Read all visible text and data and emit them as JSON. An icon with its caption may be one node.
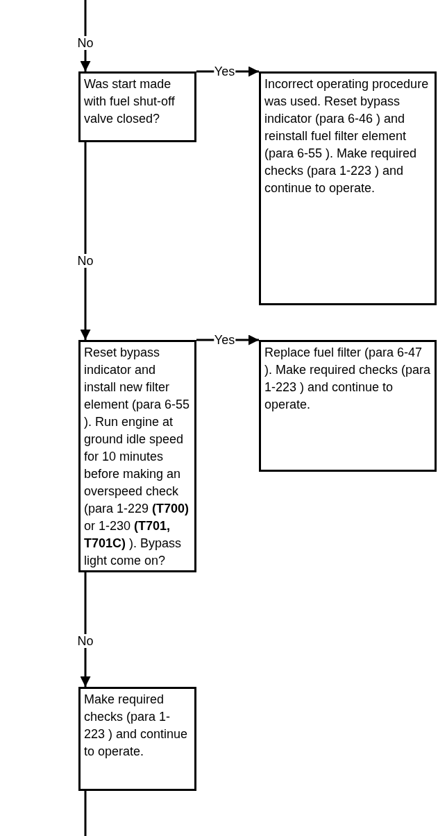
{
  "diagram": {
    "nodes": [
      {
        "text": [
          "Was start made with fuel shut-off valve closed?"
        ]
      },
      {
        "text": [
          "Incorrect operating procedure was used.  Reset bypass indicator (para 6-46 ) and reinstall fuel filter element (para 6-55 ).  Make required checks (para 1-223 ) and continue to operate."
        ]
      },
      {
        "text": [
          "Reset bypass indicator and install new filter element (para 6-55 ).  Run engine at ground idle speed for 10 minutes before making an overspeed check (para 1-229 **(T700)** or 1-230 **(T701, T701C)** ).  Bypass light come on?"
        ]
      },
      {
        "text": [
          "Replace fuel filter (para 6-47 ).  Make required checks (para 1-223 ) and continue to operate."
        ]
      },
      {
        "text": [
          "Make required checks (para 1-223 ) and continue to operate."
        ]
      }
    ],
    "edges": [
      {
        "from": null,
        "to": 0,
        "arrow": "to",
        "label": "No"
      },
      {
        "from": 0,
        "to": 1,
        "arrow": "to",
        "label": "Yes"
      },
      {
        "from": 0,
        "to": 2,
        "arrow": "to",
        "label": "No"
      },
      {
        "from": 2,
        "to": 3,
        "arrow": "to",
        "label": "Yes"
      },
      {
        "from": 2,
        "to": 4,
        "arrow": "to",
        "label": "No"
      },
      {
        "from": 4,
        "to": null,
        "arrow": "none"
      }
    ]
  }
}
